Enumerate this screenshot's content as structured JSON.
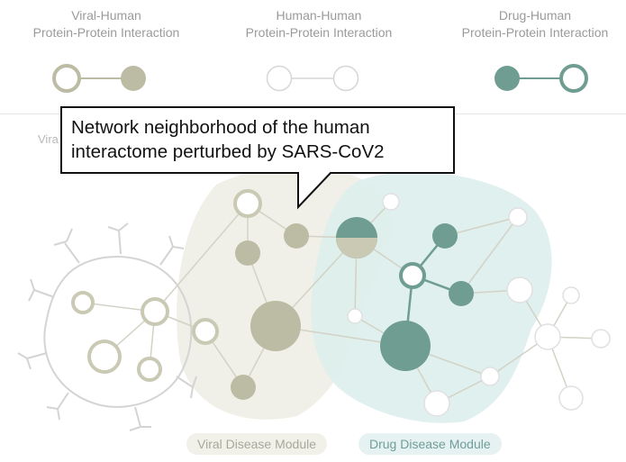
{
  "legend": [
    {
      "line1": "Viral-Human",
      "line2": "Protein-Protein Interaction",
      "left_fill": "#ffffff",
      "left_stroke": "#bcbca5",
      "right_fill": "#bcbca5",
      "right_stroke": "#bcbca5",
      "line": "#bcbca5"
    },
    {
      "line1": "Human-Human",
      "line2": "Protein-Protein Interaction",
      "left_fill": "#ffffff",
      "left_stroke": "#d6d6d6",
      "right_fill": "#ffffff",
      "right_stroke": "#d6d6d6",
      "line": "#d6d6d6"
    },
    {
      "line1": "Drug-Human",
      "line2": "Protein-Protein Interaction",
      "left_fill": "#6f9d92",
      "left_stroke": "#6f9d92",
      "right_fill": "#ffffff",
      "right_stroke": "#6f9d92",
      "line": "#6f9d92"
    }
  ],
  "callout": {
    "text": "Network neighborhood of the human interactome perturbed by SARS-CoV2"
  },
  "partial_label": "Vira",
  "modules": {
    "viral": "Viral Disease Module",
    "drug": "Drug Disease Module"
  },
  "colors": {
    "viral_node": "#bcbca5",
    "viral_outline": "#c9c9b4",
    "drug_node": "#6f9d92",
    "human_outline": "#e0e0e0",
    "viral_module_bg": "#efefe6",
    "drug_module_bg": "#dceeec",
    "virus": "#d4d4d4"
  }
}
